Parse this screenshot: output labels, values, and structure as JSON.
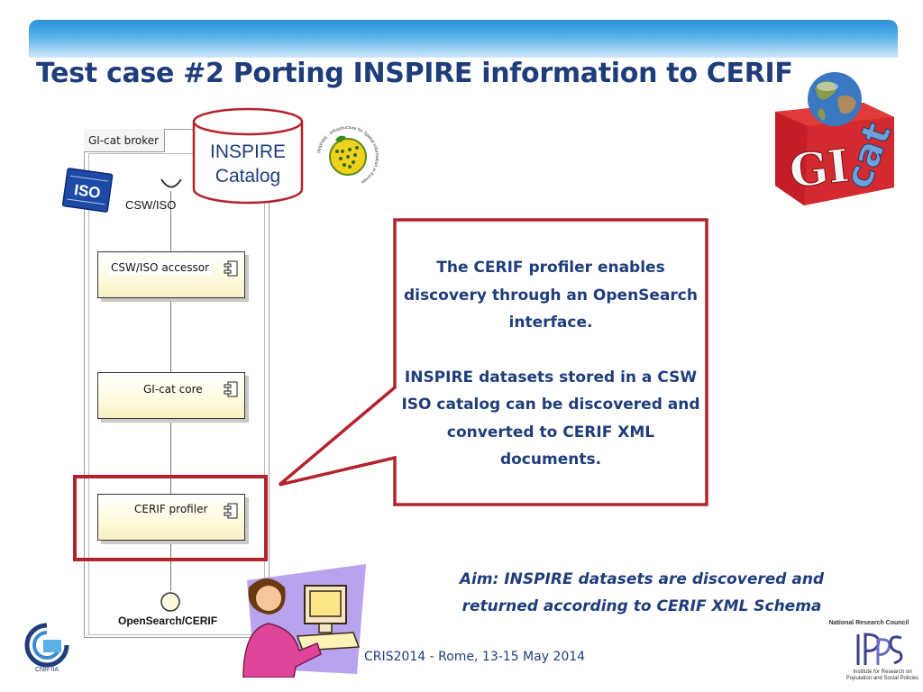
{
  "slide": {
    "title": "Test case #2 Porting INSPIRE information to CERIF",
    "footer": "CRIS2014 - Rome, 13-15 May 2014"
  },
  "diagram": {
    "broker_tab": "GI-cat broker",
    "interface_top": "CSW/ISO",
    "components": [
      {
        "label": "CSW/ISO accessor"
      },
      {
        "label": "GI-cat core"
      },
      {
        "label": "CERIF profiler"
      }
    ],
    "interface_bottom": "OpenSearch/CERIF"
  },
  "database": {
    "line1": "INSPIRE",
    "line2": "Catalog"
  },
  "callout": {
    "paragraph1": "The CERIF profiler enables discovery through an OpenSearch interface.",
    "paragraph2": "INSPIRE datasets stored in a CSW ISO catalog can be discovered and converted to CERIF XML documents."
  },
  "aim": {
    "text": "Aim: INSPIRE datasets are discovered and returned according to CERIF XML Schema"
  },
  "logos": {
    "iso": "ISO",
    "inspire_ring": "INSPIRE · Infrastructure for Spatial Information in Europe",
    "gicat_gi": "GI",
    "gicat_cat": "cat",
    "cnr_caption": "CNR-IIA",
    "nrc_caption": "National Research Council",
    "irpps_caption": "Institute for Research on Population and Social Policies"
  },
  "colors": {
    "title": "#1f3d7a",
    "accent_red": "#b3232d",
    "band_blue": "#2a8fd6",
    "component_fill": "#fffbe0"
  },
  "icons": [
    "iso-logo",
    "inspire-logo",
    "gicat-logo",
    "globe-icon",
    "database-icon",
    "component-icon",
    "person-at-computer-clipart",
    "cnr-iia-logo",
    "irpps-logo"
  ]
}
